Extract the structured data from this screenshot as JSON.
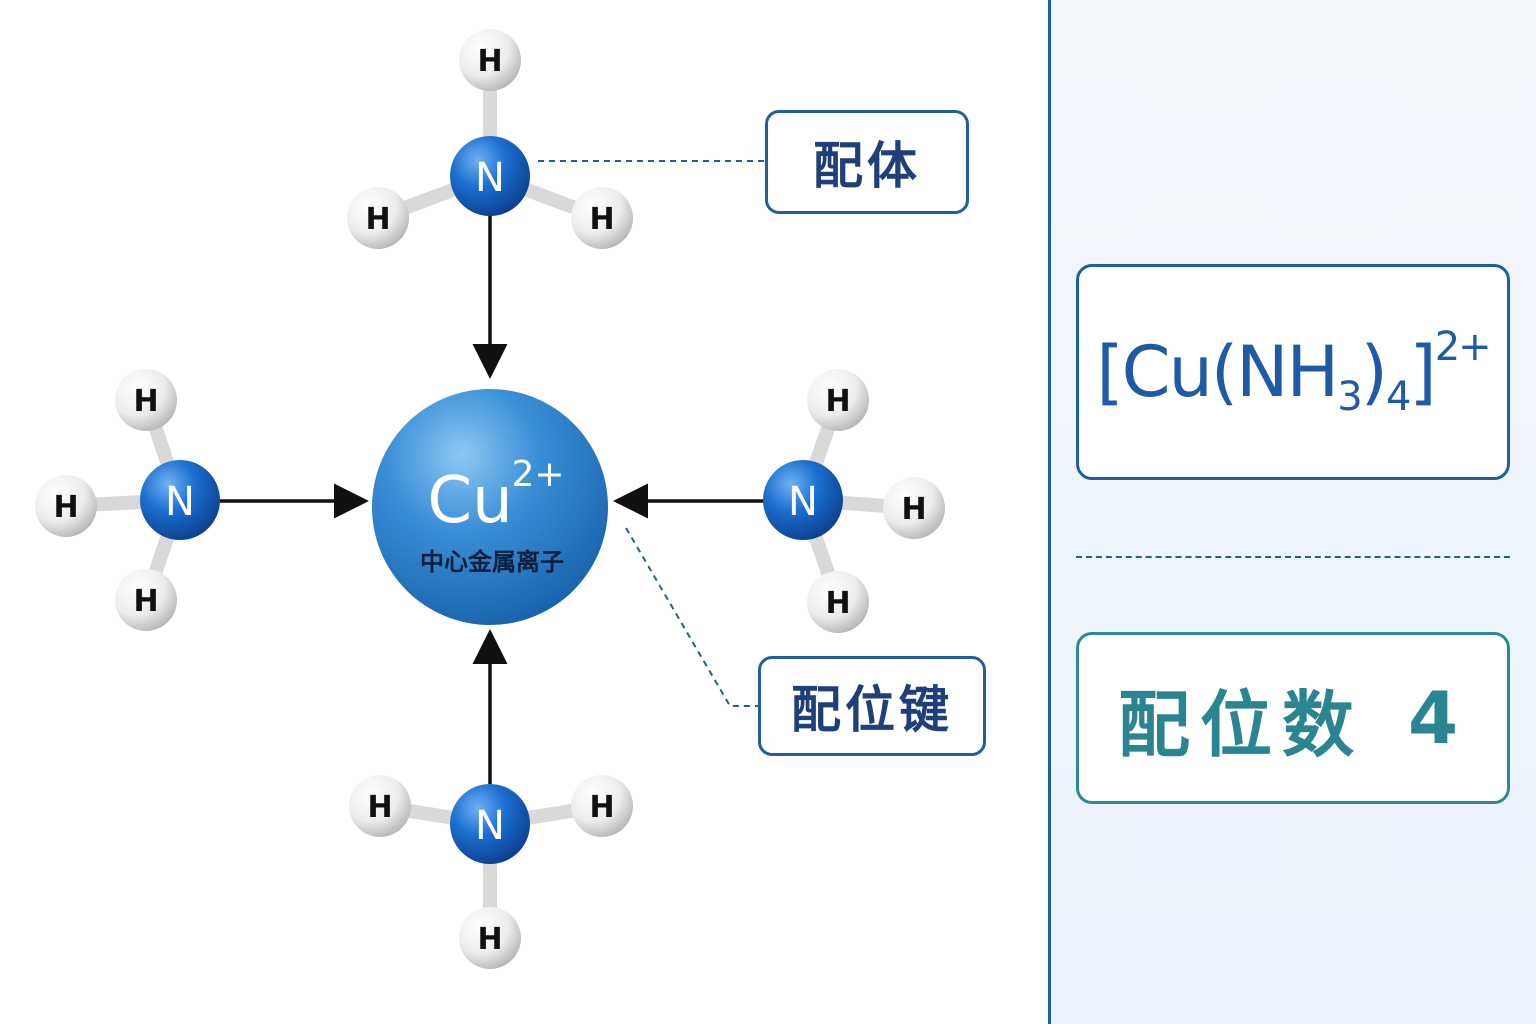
{
  "center": {
    "symbol": "Cu",
    "charge": "2+",
    "label": "中心金属离子"
  },
  "ligand_atoms": {
    "nitrogen": "N",
    "hydrogen": "H"
  },
  "labels": {
    "ligand": "配体",
    "coordinate_bond": "配位键"
  },
  "formula": {
    "part1": "[Cu(NH",
    "sub1": "3",
    "part2": ")",
    "sub2": "4",
    "part3": "]",
    "sup": "2+"
  },
  "coordination": {
    "label": "配位数",
    "value": "4"
  },
  "colors": {
    "nitrogen": "#1565c0",
    "copper": "#2f86cc",
    "hydrogen": "#f2f2f2",
    "accent": "#1e5fa3",
    "teal": "#2a8590"
  }
}
